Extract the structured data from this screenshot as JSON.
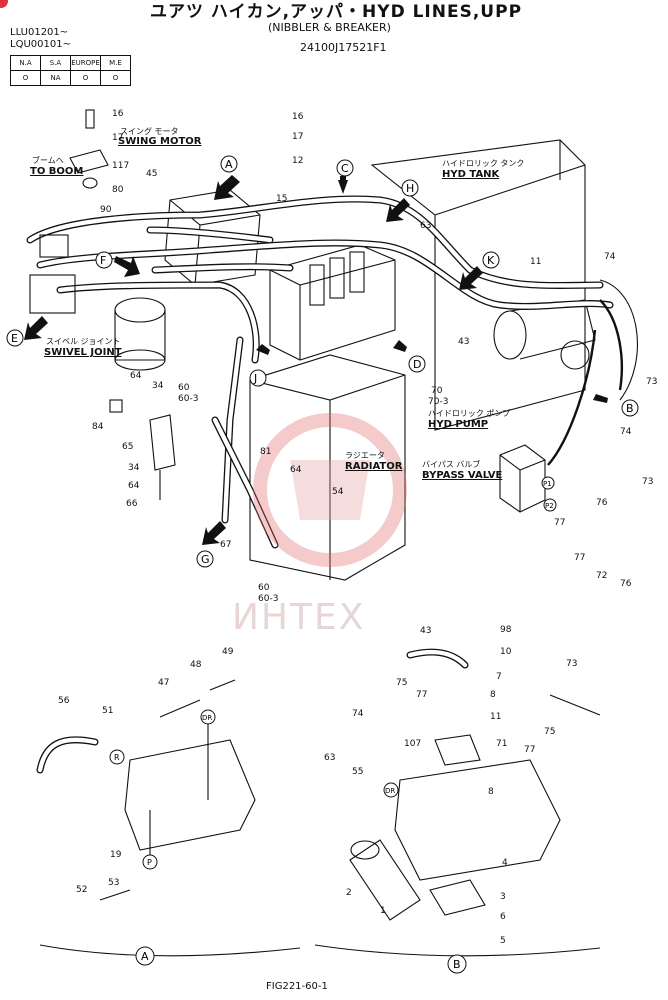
{
  "header": {
    "title": "ユアツ ハイカン,アッパ・HYD LINES,UPP",
    "subtitle": "(NIBBLER & BREAKER)",
    "part_number": "24100J17521F1",
    "serials": [
      "LLU01201~",
      "LQU00101~"
    ]
  },
  "market_table": {
    "headers": [
      "N.A",
      "S.A",
      "EUROPE",
      "M.E"
    ],
    "values": [
      "O",
      "NA",
      "O",
      "O"
    ]
  },
  "labels": {
    "swing_motor_jp": "スイング モータ",
    "swing_motor": "SWING MOTOR",
    "to_boom_jp": "ブームへ",
    "to_boom": "TO BOOM",
    "hyd_tank_jp": "ハイドロリック タンク",
    "hyd_tank": "HYD TANK",
    "swivel_joint_jp": "スイベル ジョイント",
    "swivel_joint": "SWIVEL JOINT",
    "hyd_pump_jp": "ハイドロリック ポンプ",
    "hyd_pump": "HYD PUMP",
    "radiator_jp": "ラジエータ",
    "radiator": "RADIATOR",
    "bypass_valve_jp": "バイパス バルブ",
    "bypass_valve": "BYPASS VALVE"
  },
  "callouts": {
    "main": [
      "16",
      "17",
      "117",
      "80",
      "90",
      "45",
      "16",
      "17",
      "12",
      "15",
      "63",
      "11",
      "74",
      "73",
      "43",
      "70",
      "70-3",
      "64",
      "34",
      "84",
      "65",
      "34",
      "64",
      "66",
      "60",
      "60-3",
      "81",
      "64",
      "54",
      "67",
      "60",
      "60-3",
      "74",
      "76",
      "77",
      "77",
      "72",
      "76",
      "73"
    ],
    "detail_a": [
      "56",
      "51",
      "47",
      "48",
      "49",
      "19",
      "53",
      "52"
    ],
    "detail_b": [
      "43",
      "98",
      "10",
      "7",
      "74",
      "75",
      "77",
      "8",
      "11",
      "73",
      "75",
      "63",
      "107",
      "71",
      "77",
      "55",
      "8",
      "4",
      "2",
      "3",
      "1",
      "6",
      "5"
    ]
  },
  "view_letters": [
    "A",
    "C",
    "H",
    "K",
    "F",
    "E",
    "J",
    "D",
    "B",
    "G"
  ],
  "port_marks": [
    "P1",
    "P2",
    "R",
    "DR",
    "P",
    "DR"
  ],
  "detail_captions": [
    "A",
    "B"
  ],
  "watermark": "ИНТЕХ",
  "figure_id": "FIG221-60-1",
  "colors": {
    "line": "#111111",
    "watermark": "#e8d6d6",
    "corner": "#e0303a"
  }
}
